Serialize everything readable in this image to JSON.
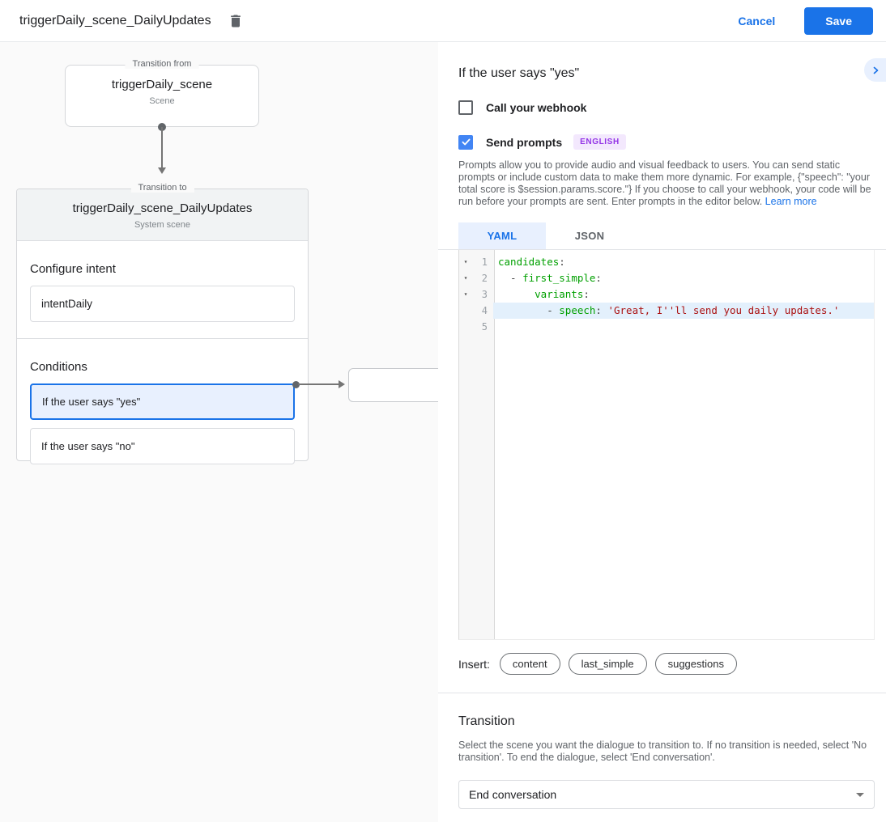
{
  "header": {
    "title": "triggerDaily_scene_DailyUpdates",
    "delete_icon": "trash-icon",
    "cancel_label": "Cancel",
    "save_label": "Save"
  },
  "diagram": {
    "from_box": {
      "legend": "Transition from",
      "title": "triggerDaily_scene",
      "subtitle": "Scene"
    },
    "to_box": {
      "legend": "Transition to",
      "title": "triggerDaily_scene_DailyUpdates",
      "subtitle": "System scene",
      "configure_intent_label": "Configure intent",
      "intent_value": "intentDaily",
      "conditions_label": "Conditions",
      "conditions": [
        {
          "label": "If the user says \"yes\"",
          "selected": true
        },
        {
          "label": "If the user says \"no\"",
          "selected": false
        }
      ]
    }
  },
  "panel": {
    "heading": "If the user says \"yes\"",
    "collapse_icon": "chevron-right-icon",
    "webhook": {
      "label": "Call your webhook",
      "checked": false
    },
    "send_prompts": {
      "label": "Send prompts",
      "badge": "ENGLISH",
      "checked": true
    },
    "description": "Prompts allow you to provide audio and visual feedback to users. You can send static prompts or include custom data to make them more dynamic. For example, {\"speech\": \"your total score is $session.params.score.\"} If you choose to call your webhook, your code will be run before your prompts are sent. Enter prompts in the editor below. ",
    "learn_more": "Learn more",
    "tabs": [
      {
        "label": "YAML",
        "active": true
      },
      {
        "label": "JSON",
        "active": false
      }
    ],
    "editor": {
      "lines": [
        {
          "n": 1,
          "fold": true,
          "hl": false,
          "segs": [
            [
              "key",
              "candidates"
            ],
            [
              "pun",
              ":"
            ]
          ]
        },
        {
          "n": 2,
          "fold": true,
          "hl": false,
          "segs": [
            [
              "pun",
              "  - "
            ],
            [
              "key",
              "first_simple"
            ],
            [
              "pun",
              ":"
            ]
          ]
        },
        {
          "n": 3,
          "fold": true,
          "hl": false,
          "segs": [
            [
              "pun",
              "      "
            ],
            [
              "key",
              "variants"
            ],
            [
              "pun",
              ":"
            ]
          ]
        },
        {
          "n": 4,
          "fold": false,
          "hl": true,
          "segs": [
            [
              "pun",
              "        - "
            ],
            [
              "key",
              "speech"
            ],
            [
              "pun",
              ": "
            ],
            [
              "str",
              "'Great, I''ll send you daily updates.'"
            ]
          ]
        },
        {
          "n": 5,
          "fold": false,
          "hl": false,
          "segs": []
        }
      ]
    },
    "insert": {
      "label": "Insert:",
      "chips": [
        "content",
        "last_simple",
        "suggestions"
      ]
    },
    "transition": {
      "heading": "Transition",
      "description": "Select the scene you want the dialogue to transition to. If no transition is needed, select 'No transition'. To end the dialogue, select 'End conversation'.",
      "select_value": "End conversation",
      "caret_icon": "caret-down-icon"
    }
  },
  "colors": {
    "accent": "#1a73e8",
    "checkbox_checked": "#4285f4",
    "selected_condition_bg": "#e8f0fe",
    "badge_bg": "#f3e8fd",
    "badge_text": "#9334e6",
    "code_key": "#00a000",
    "code_string": "#aa1111",
    "code_highlight": "#e3f0fc"
  }
}
